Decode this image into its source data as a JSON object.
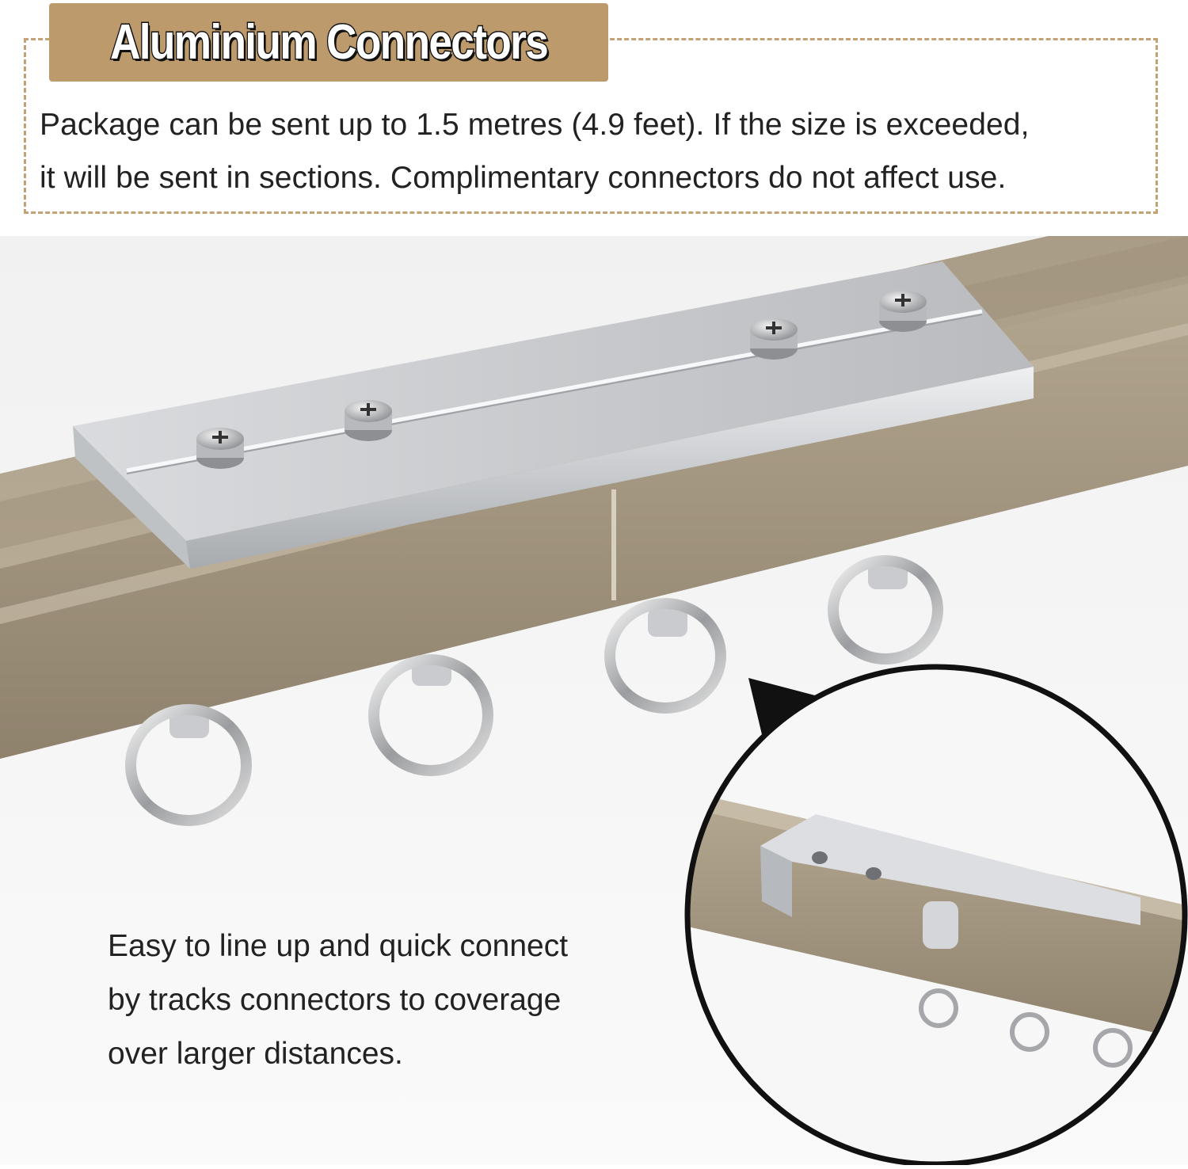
{
  "header": {
    "title": "Aluminium Connectors",
    "tab_color": "#bd9a6c",
    "border_color": "#c3a276",
    "description_lines": [
      "Package can be sent up to 1.5 metres (4.9 feet). If the size is exceeded,",
      "it will be sent in sections. Complimentary connectors do not affect use."
    ]
  },
  "caption": {
    "lines": [
      "Easy to line up and quick connect",
      "by tracks connectors to coverage",
      "over larger distances."
    ]
  },
  "product": {
    "track_color": "#a79a84",
    "connector_color": "#d6d8db",
    "hook_rings": 4,
    "screws": 4
  }
}
